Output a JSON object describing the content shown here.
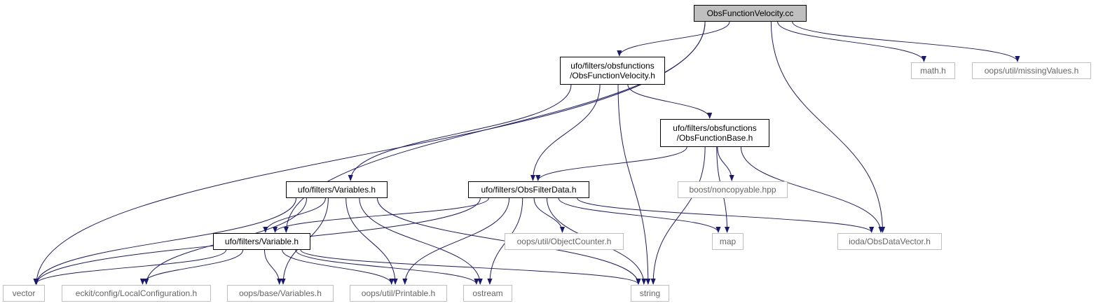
{
  "nodes": {
    "root": {
      "lines": [
        "ObsFunctionVelocity.cc"
      ]
    },
    "obsfv_h": {
      "lines": [
        "ufo/filters/obsfunctions",
        "/ObsFunctionVelocity.h"
      ]
    },
    "math_h": {
      "lines": [
        "math.h"
      ]
    },
    "missing_h": {
      "lines": [
        "oops/util/missingValues.h"
      ]
    },
    "obsfb_h": {
      "lines": [
        "ufo/filters/obsfunctions",
        "/ObsFunctionBase.h"
      ]
    },
    "variables_h": {
      "lines": [
        "ufo/filters/Variables.h"
      ]
    },
    "obsfilterdata_h": {
      "lines": [
        "ufo/filters/ObsFilterData.h"
      ]
    },
    "boost_h": {
      "lines": [
        "boost/noncopyable.hpp"
      ]
    },
    "variable_h": {
      "lines": [
        "ufo/filters/Variable.h"
      ]
    },
    "objectcounter_h": {
      "lines": [
        "oops/util/ObjectCounter.h"
      ]
    },
    "map": {
      "lines": [
        "map"
      ]
    },
    "iodavec_h": {
      "lines": [
        "ioda/ObsDataVector.h"
      ]
    },
    "vector": {
      "lines": [
        "vector"
      ]
    },
    "localconfig_h": {
      "lines": [
        "eckit/config/LocalConfiguration.h"
      ]
    },
    "oopsvars_h": {
      "lines": [
        "oops/base/Variables.h"
      ]
    },
    "printable_h": {
      "lines": [
        "oops/util/Printable.h"
      ]
    },
    "ostream": {
      "lines": [
        "ostream"
      ]
    },
    "string": {
      "lines": [
        "string"
      ]
    }
  },
  "edges": [
    [
      "root",
      "vector"
    ],
    [
      "root",
      "variable_h"
    ],
    [
      "root",
      "obsfv_h"
    ],
    [
      "root",
      "math_h"
    ],
    [
      "root",
      "missing_h"
    ],
    [
      "root",
      "iodavec_h"
    ],
    [
      "obsfv_h",
      "variables_h"
    ],
    [
      "obsfv_h",
      "obsfilterdata_h"
    ],
    [
      "obsfv_h",
      "obsfb_h"
    ],
    [
      "obsfv_h",
      "string"
    ],
    [
      "obsfb_h",
      "obsfilterdata_h"
    ],
    [
      "obsfb_h",
      "boost_h"
    ],
    [
      "obsfb_h",
      "map"
    ],
    [
      "obsfb_h",
      "iodavec_h"
    ],
    [
      "obsfb_h",
      "string"
    ],
    [
      "variables_h",
      "vector"
    ],
    [
      "variables_h",
      "localconfig_h"
    ],
    [
      "variables_h",
      "oopsvars_h"
    ],
    [
      "variables_h",
      "variable_h"
    ],
    [
      "variables_h",
      "printable_h"
    ],
    [
      "variables_h",
      "ostream"
    ],
    [
      "variables_h",
      "string"
    ],
    [
      "obsfilterdata_h",
      "vector"
    ],
    [
      "obsfilterdata_h",
      "variable_h"
    ],
    [
      "obsfilterdata_h",
      "printable_h"
    ],
    [
      "obsfilterdata_h",
      "ostream"
    ],
    [
      "obsfilterdata_h",
      "objectcounter_h"
    ],
    [
      "obsfilterdata_h",
      "string"
    ],
    [
      "obsfilterdata_h",
      "map"
    ],
    [
      "obsfilterdata_h",
      "iodavec_h"
    ],
    [
      "variable_h",
      "vector"
    ],
    [
      "variable_h",
      "localconfig_h"
    ],
    [
      "variable_h",
      "oopsvars_h"
    ],
    [
      "variable_h",
      "printable_h"
    ],
    [
      "variable_h",
      "ostream"
    ],
    [
      "variable_h",
      "string"
    ]
  ],
  "colors": {
    "edge": "#191970",
    "external_border": "#bfbfbf",
    "root_fill": "#bfbfbf"
  }
}
